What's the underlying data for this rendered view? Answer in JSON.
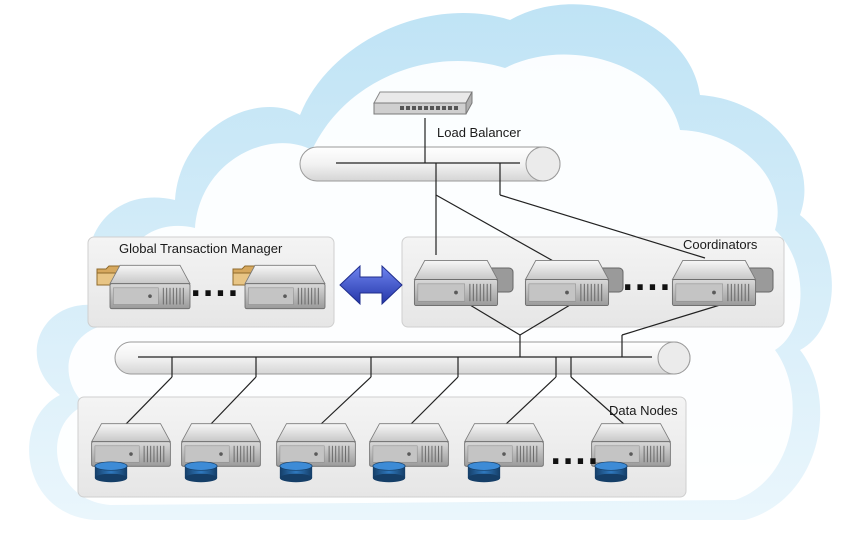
{
  "diagram": {
    "labels": {
      "load_balancer": "Load Balancer",
      "gtm": "Global Transaction Manager",
      "coordinators": "Coordinators",
      "data_nodes": "Data Nodes"
    },
    "ellipsis": "....",
    "colors": {
      "cloud_fill_top": "#bfe3f5",
      "cloud_fill_bottom": "#eaf6fc",
      "cloud_inner": "#ffffff",
      "arrow": "#3a4fc8",
      "disk": "#1f5f9a"
    },
    "icons": [
      "load-balancer-switch-icon",
      "server-icon",
      "database-disk-icon",
      "folder-icon",
      "bidirectional-arrow-icon"
    ]
  }
}
